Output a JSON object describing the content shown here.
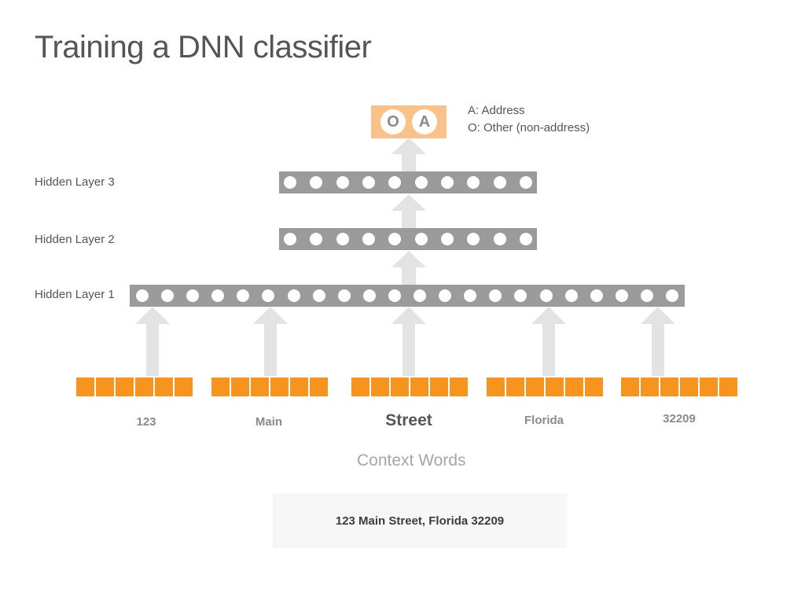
{
  "title": "Training a DNN classifier",
  "legend": {
    "address": "A: Address",
    "other": "O: Other (non-address)"
  },
  "output": {
    "nodes": [
      "O",
      "A"
    ]
  },
  "layers": [
    {
      "label": "Hidden Layer 3",
      "nodes": 10
    },
    {
      "label": "Hidden Layer 2",
      "nodes": 10
    },
    {
      "label": "Hidden Layer 1",
      "nodes": 22
    }
  ],
  "words": [
    {
      "text": "123",
      "emphasis": false
    },
    {
      "text": "Main",
      "emphasis": false
    },
    {
      "text": "Street",
      "emphasis": true
    },
    {
      "text": "Florida",
      "emphasis": false
    },
    {
      "text": "32209",
      "emphasis": false
    }
  ],
  "context_label": "Context Words",
  "address_text": "123 Main Street, Florida 32209",
  "colors": {
    "orange": "#f7941d",
    "output_bg": "#f8c28a",
    "layer_gray": "#9b9b9b",
    "arrow_gray": "#e3e3e3"
  }
}
